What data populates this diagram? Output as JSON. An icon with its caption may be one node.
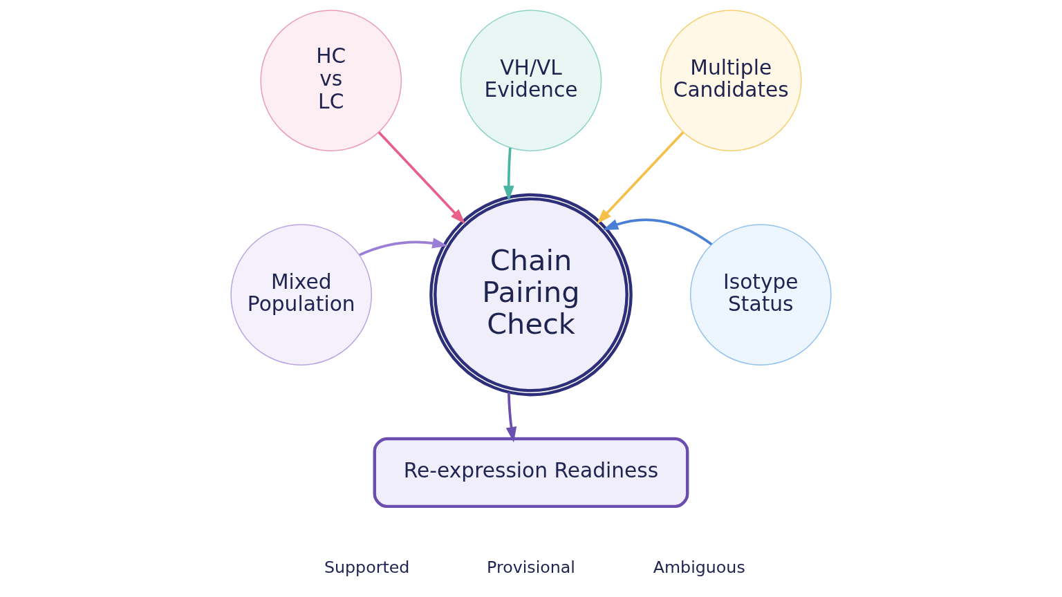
{
  "diagram": {
    "nodes": [
      {
        "text": [
          "VH/VL Evidence"
        ]
      },
      {
        "text": [
          "HC vs LC"
        ]
      },
      {
        "text": [
          "Multiple Candidates"
        ]
      },
      {
        "text": [
          "Chain Pairing Check"
        ]
      },
      {
        "text": [
          "Mixed Population"
        ]
      },
      {
        "text": [
          "Isotype Status"
        ]
      },
      {
        "text": [
          "Re-expression Readiness"
        ]
      }
    ],
    "edges": [
      {
        "from": 0,
        "to": 3,
        "arrow": "to",
        "color": "#4bb5a3"
      },
      {
        "from": 1,
        "to": 3,
        "arrow": "to",
        "color": "#e8608a"
      },
      {
        "from": 2,
        "to": 3,
        "arrow": "to",
        "color": "#f5c04a"
      },
      {
        "from": 4,
        "to": 3,
        "arrow": "to",
        "color": "#9b7fd6"
      },
      {
        "from": 5,
        "to": 3,
        "arrow": "to",
        "color": "#4a7fd6"
      },
      {
        "from": 3,
        "to": 6,
        "arrow": "to",
        "color": "#6a4fb0"
      }
    ],
    "legend": [
      {
        "text": "Supported"
      },
      {
        "text": "Provisional"
      },
      {
        "text": "Ambiguous"
      }
    ]
  }
}
